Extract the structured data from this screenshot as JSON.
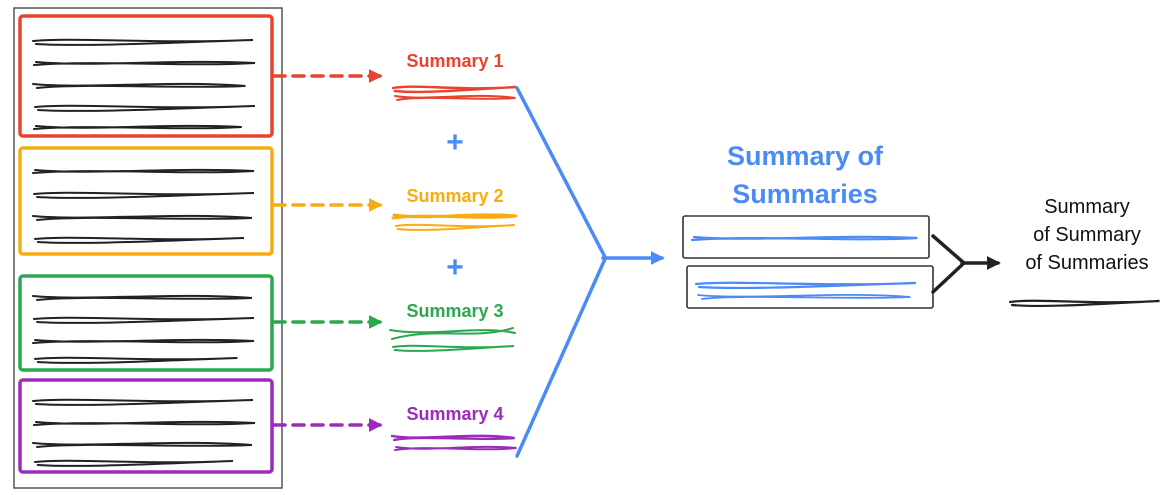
{
  "diagram": {
    "documents": [
      {
        "name": "document-1",
        "border_color": "#e8432c"
      },
      {
        "name": "document-2",
        "border_color": "#f9ab13"
      },
      {
        "name": "document-3",
        "border_color": "#2ba84e"
      },
      {
        "name": "document-4",
        "border_color": "#9c2bbd"
      }
    ],
    "summaries": [
      {
        "label": "Summary 1",
        "color": "#e8432c"
      },
      {
        "label": "Summary 2",
        "color": "#f9ab13"
      },
      {
        "label": "Summary 3",
        "color": "#2ba84e"
      },
      {
        "label": "Summary 4",
        "color": "#9c2bbd"
      }
    ],
    "plus": "+",
    "title": {
      "line1": "Summary of",
      "line2": "Summaries",
      "color": "#4b8bf5"
    },
    "final": {
      "line1": "Summary",
      "line2": "of Summary",
      "line3": "of Summaries",
      "color": "#111111"
    },
    "accent_blue": "#4b8bf5",
    "ink_black": "#222222",
    "container_border": "#555555"
  }
}
